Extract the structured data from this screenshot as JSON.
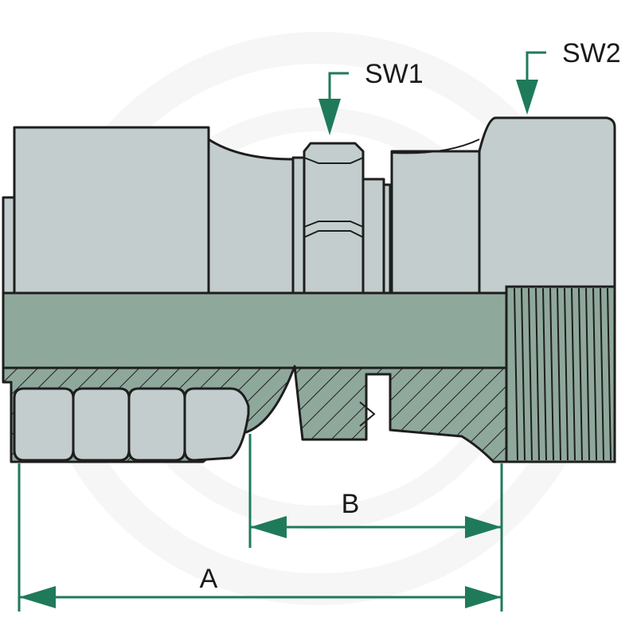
{
  "labels": {
    "sw1": "SW1",
    "sw2": "SW2",
    "dim_a": "A",
    "dim_b": "B"
  },
  "colors": {
    "accent_green": "#1f7a5a",
    "body_grey": "#c3cdcd",
    "section_green": "#8fa89c",
    "outline": "#1e1e1e",
    "watermark": "#f0f0f0"
  },
  "icons": {
    "watermark": "circular-watermark-logo"
  }
}
